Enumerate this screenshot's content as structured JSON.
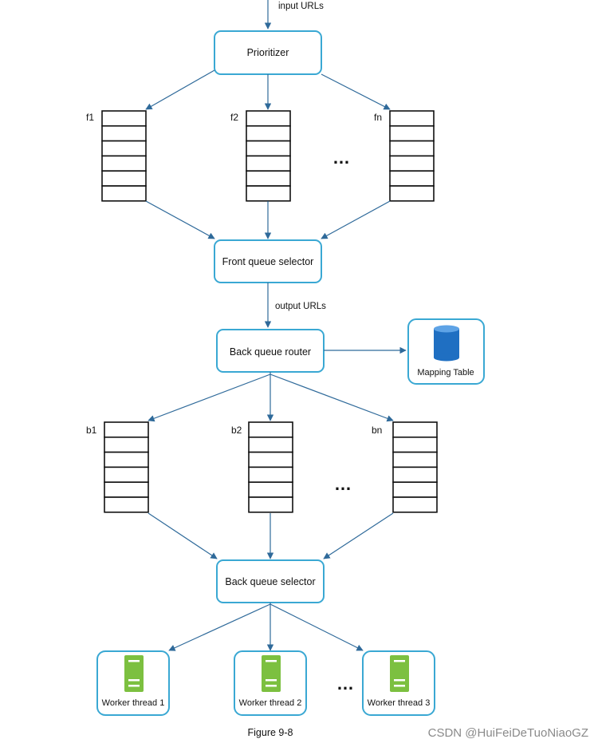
{
  "diagram": {
    "input_label": "input URLs",
    "prioritizer": "Prioritizer",
    "front_queues": [
      "f1",
      "f2",
      "fn"
    ],
    "front_selector": "Front queue selector",
    "output_label": "output URLs",
    "back_router": "Back queue router",
    "mapping_table": "Mapping Table",
    "back_queues": [
      "b1",
      "b2",
      "bn"
    ],
    "back_selector": "Back queue selector",
    "workers": [
      "Worker thread 1",
      "Worker thread 2",
      "Worker thread 3"
    ],
    "ellipsis": "…",
    "caption": "Figure 9-8",
    "watermark": "CSDN @HuiFeiDeTuoNiaoGZ"
  },
  "colors": {
    "node_border": "#3aa8d3",
    "arrow": "#2f6a9a",
    "database": "#1f6fc2",
    "server": "#7cc040"
  },
  "icons": {
    "database": "database-icon",
    "server": "server-icon"
  }
}
